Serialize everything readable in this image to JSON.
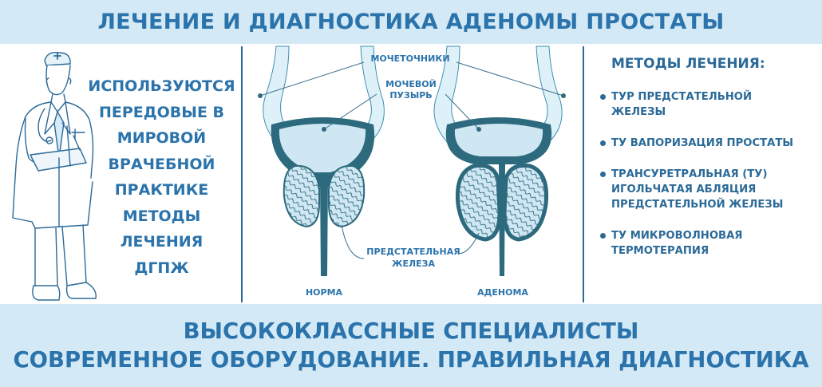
{
  "header": {
    "title": "ЛЕЧЕНИЕ И ДИАГНОСТИКА АДЕНОМЫ ПРОСТАТЫ"
  },
  "left_panel": {
    "lines": [
      "ИСПОЛЬЗУЮТСЯ",
      "ПЕРЕДОВЫЕ В",
      "МИРОВОЙ",
      "ВРАЧЕБНОЙ",
      "ПРАКТИКЕ",
      "МЕТОДЫ",
      "ЛЕЧЕНИЯ",
      "ДГПЖ"
    ]
  },
  "diagram": {
    "label_ureters": "МОЧЕТОЧНИКИ",
    "label_bladder_1": "МОЧЕВОЙ",
    "label_bladder_2": "ПУЗЫРЬ",
    "label_prostate_1": "ПРЕДСТАТЕЛЬНАЯ",
    "label_prostate_2": "ЖЕЛЕЗА",
    "label_normal": "НОРМА",
    "label_adenoma": "АДЕНОМА"
  },
  "right_panel": {
    "title": "МЕТОДЫ ЛЕЧЕНИЯ:",
    "methods": [
      [
        "ТУР ПРЕДСТАТЕЛЬНОЙ",
        "ЖЕЛЕЗЫ"
      ],
      [
        "ТУ ВАПОРИЗАЦИЯ ПРОСТАТЫ"
      ],
      [
        "ТРАНСУРЕТРАЛЬНАЯ (ТУ)",
        "ИГОЛЬЧАТАЯ АБЛЯЦИЯ",
        "ПРЕДСТАТЕЛЬНОЙ ЖЕЛЕЗЫ"
      ],
      [
        "ТУ МИКРОВОЛНОВАЯ",
        "ТЕРМОТЕРАПИЯ"
      ]
    ]
  },
  "footer": {
    "line1": "ВЫСОКОКЛАССНЫЕ СПЕЦИАЛИСТЫ",
    "line2": "СОВРЕМЕННОЕ ОБОРУДОВАНИЕ. ПРАВИЛЬНАЯ ДИАГНОСТИКА"
  },
  "colors": {
    "accent_blue": "#2b73ab",
    "banner_bg": "#d4e9f6",
    "organ_dark": "#2d6a7e",
    "organ_fill": "#cfe7f3",
    "ureter_fill": "#dff1f8"
  }
}
